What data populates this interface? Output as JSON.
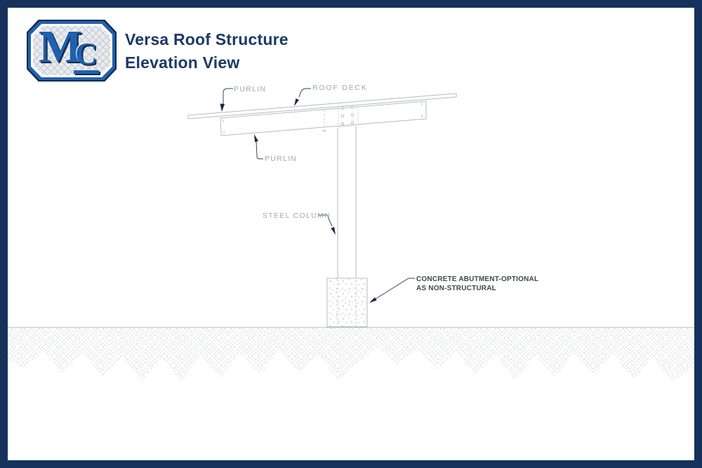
{
  "header": {
    "logo": {
      "letter_m": "M",
      "letter_c": "C"
    },
    "title_line1": "Versa Roof Structure",
    "title_line2": "Elevation View"
  },
  "drawing": {
    "labels": {
      "purlin_top": "PURLIN",
      "roof_deck": "ROOF DECK",
      "purlin_bottom": "PURLIN",
      "steel_column": "STEEL COLUMN",
      "concrete_abutment_line1": "CONCRETE ABUTMENT-OPTIONAL",
      "concrete_abutment_line2": "AS NON-STRUCTURAL"
    },
    "colors": {
      "frame": "#16325c",
      "title": "#1b3a66",
      "line": "#b6bac0",
      "dashed": "#c6cad0",
      "label": "#a3a8ae",
      "dark_label": "#41464c",
      "leader": "#33445f",
      "arrow": "#1c2b45",
      "hatch": "#cdd0d4",
      "stipple": "#b2b6bb",
      "logo_blue": "#2160ad",
      "logo_navy": "#13294d",
      "plate": "#e9ebee"
    }
  }
}
